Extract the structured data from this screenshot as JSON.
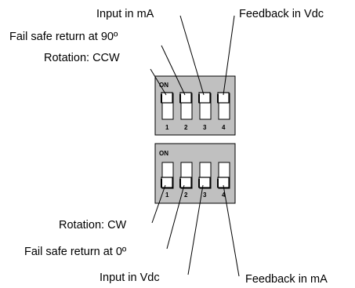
{
  "colors": {
    "panel_fill": "#c0c0c0",
    "panel_border": "#000000",
    "switch_fill": "#ffffff",
    "line": "#000000",
    "text": "#000000"
  },
  "top_panel": {
    "on_label": "ON",
    "numbers": [
      "1",
      "2",
      "3",
      "4"
    ],
    "switch_positions": [
      "on",
      "on",
      "on",
      "on"
    ]
  },
  "bottom_panel": {
    "on_label": "ON",
    "numbers": [
      "1",
      "2",
      "3",
      "4"
    ],
    "switch_positions": [
      "off",
      "off",
      "off",
      "off"
    ]
  },
  "labels": {
    "top": {
      "input_ma": "Input in mA",
      "feedback_vdc": "Feedback in Vdc",
      "fail_safe_90": "Fail safe return at 90º",
      "rotation_ccw": "Rotation: CCW"
    },
    "bottom": {
      "rotation_cw": "Rotation: CW",
      "fail_safe_0": "Fail safe return at 0º",
      "input_vdc": "Input in Vdc",
      "feedback_ma": "Feedback in mA"
    }
  }
}
